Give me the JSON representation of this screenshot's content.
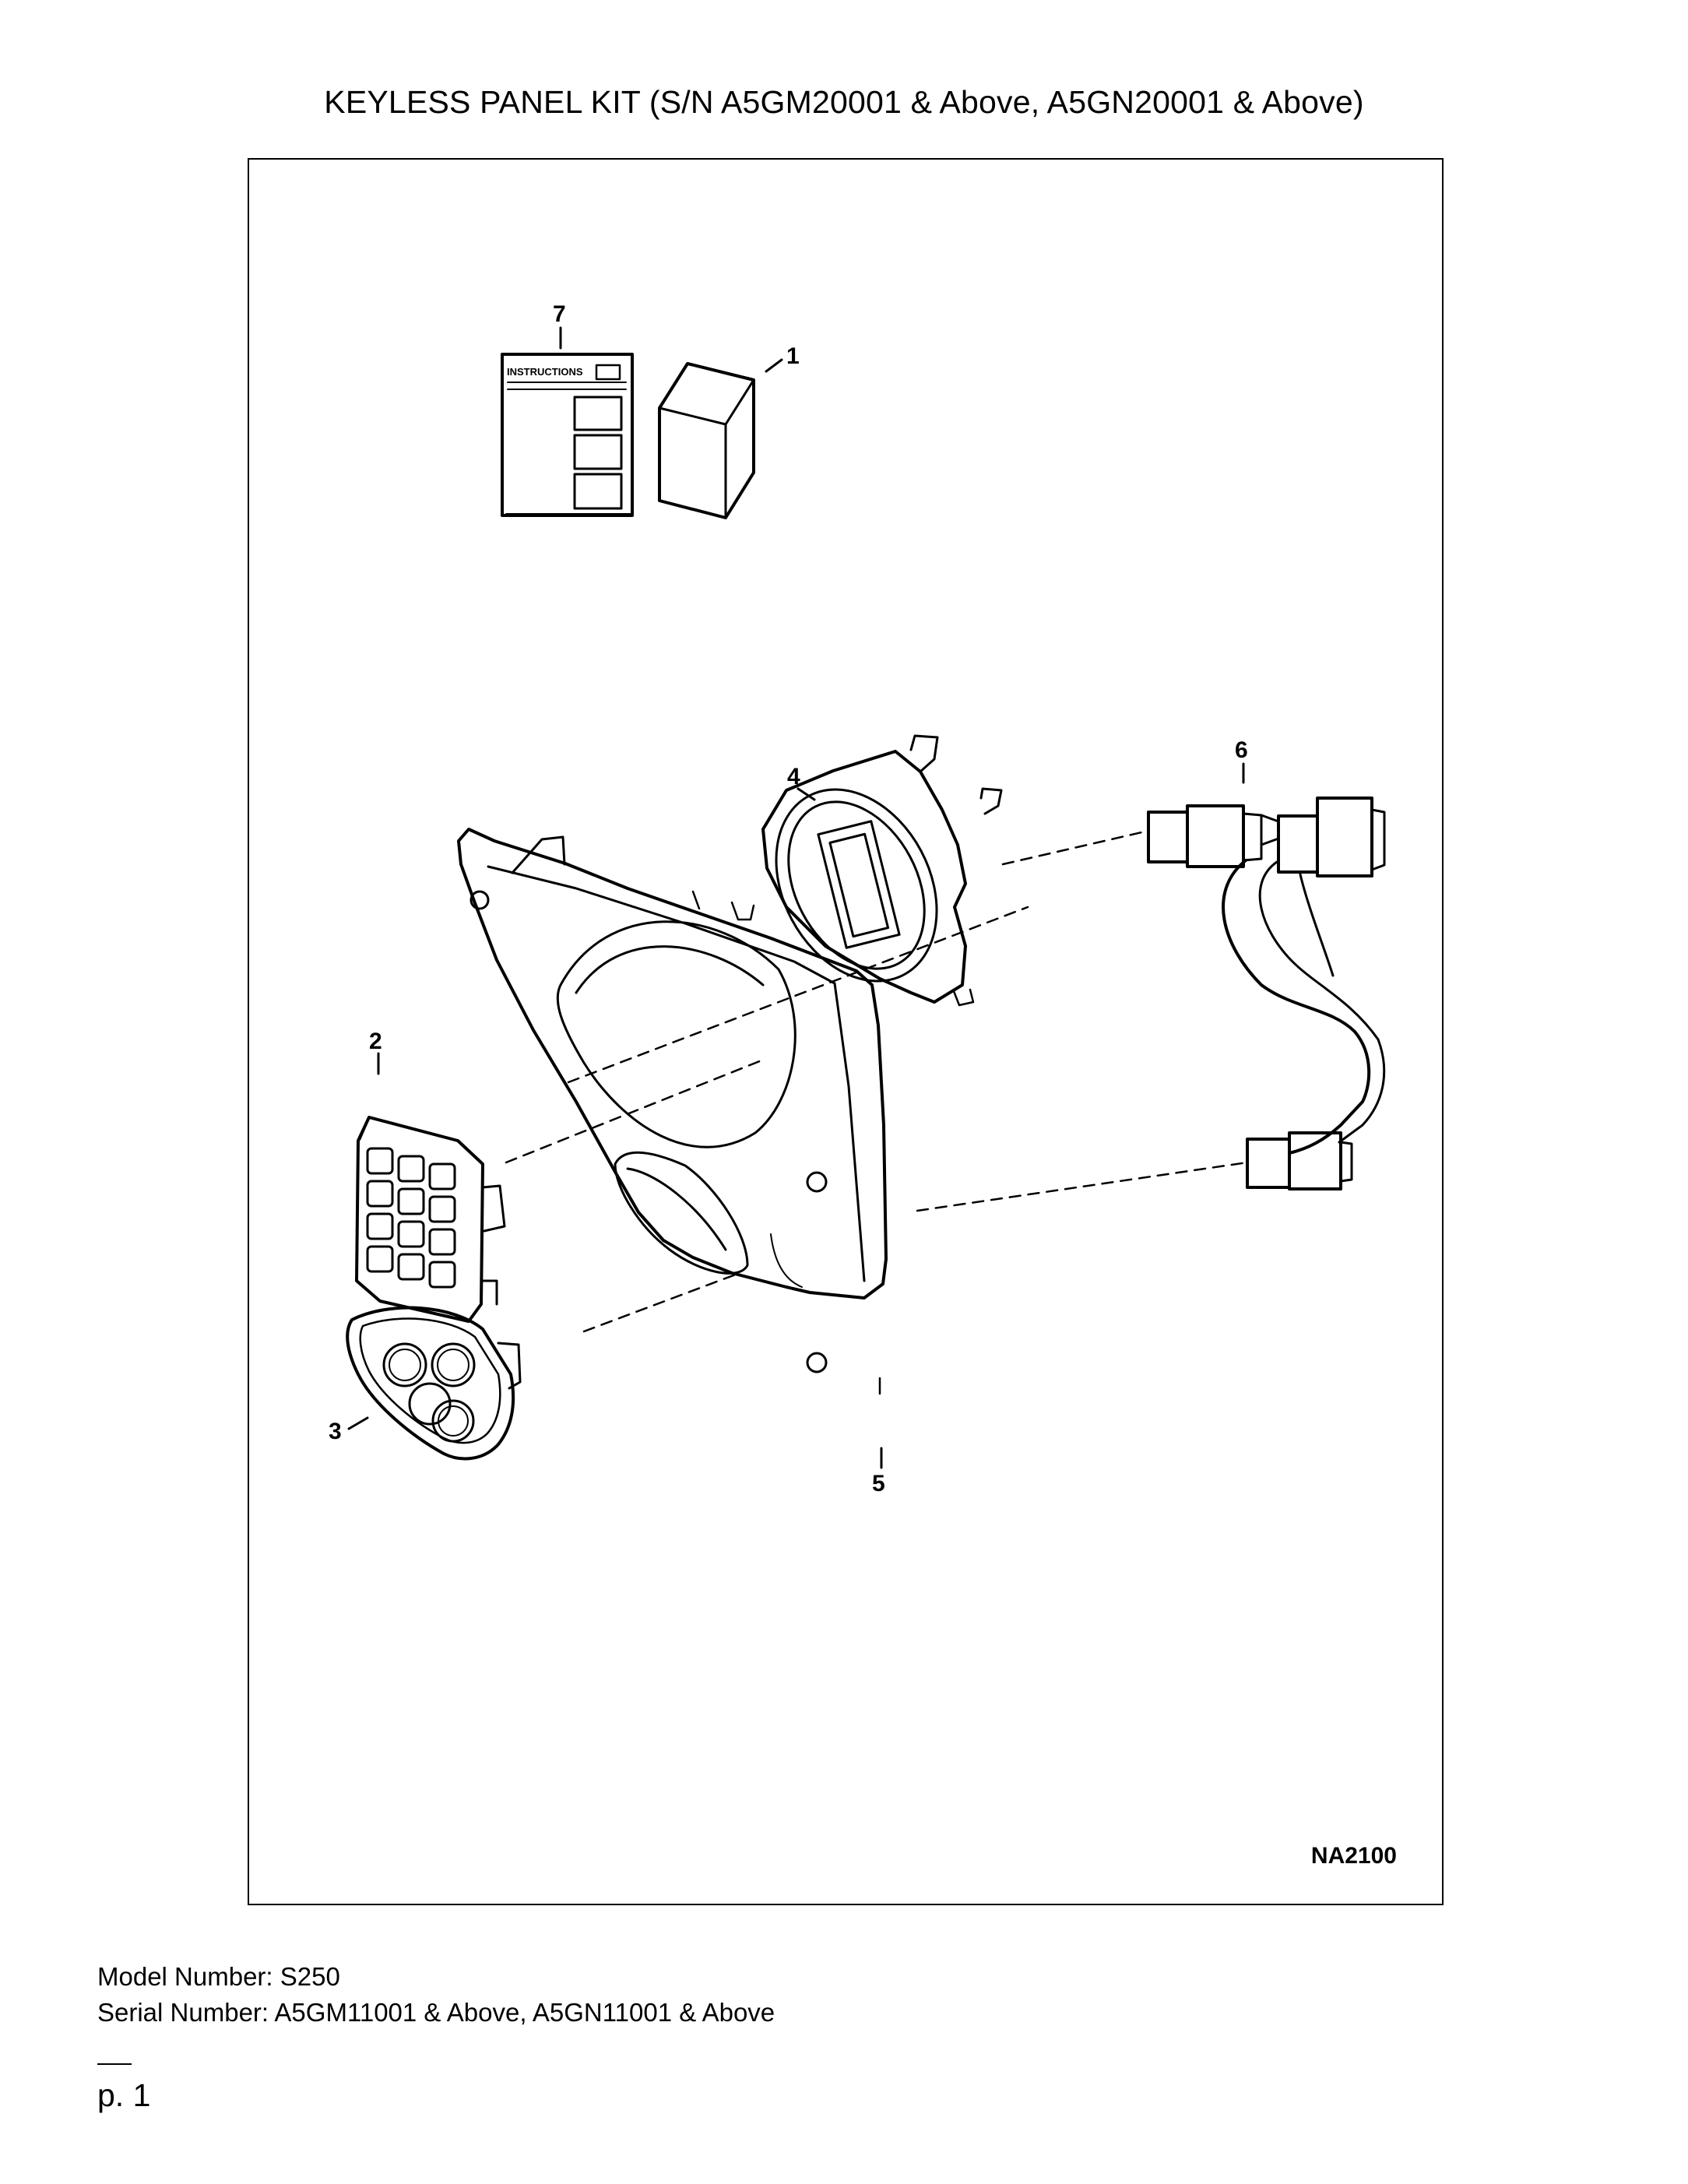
{
  "document": {
    "title": "KEYLESS PANEL KIT (S/N A5GM20001 & Above, A5GN20001 & Above)",
    "drawing_id": "NA2100",
    "model_number": "Model Number: S250",
    "serial_number": "Serial Number: A5GM11001 & Above, A5GN11001 & Above",
    "page": "p. 1"
  },
  "diagram": {
    "instructions_label": "INSTRUCTIONS",
    "callouts": {
      "c1": "1",
      "c2": "2",
      "c3": "3",
      "c4": "4",
      "c5": "5",
      "c6": "6",
      "c7": "7"
    }
  }
}
